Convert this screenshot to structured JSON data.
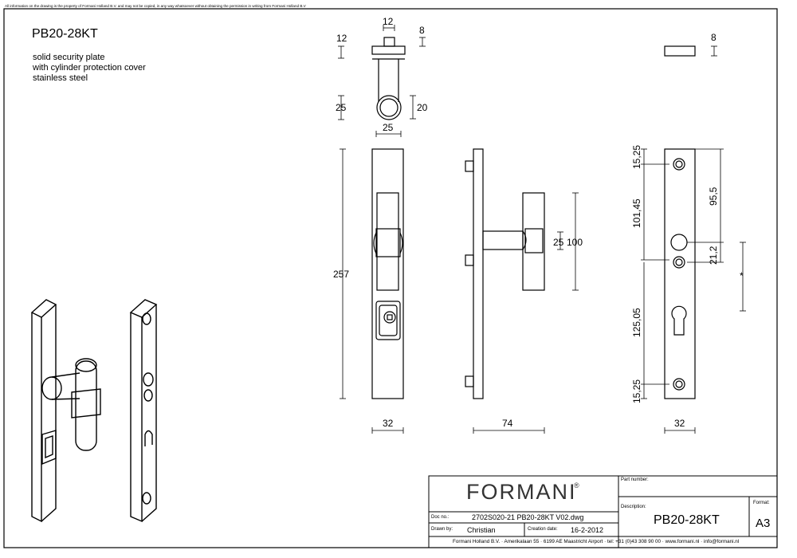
{
  "notice": "All information on the drawing is the property of Formani Holland B.V. and may not be copied, in any way whatsoever without obtaining the permission in writing from Formani Holland B.V",
  "product": {
    "code": "PB20-28KT",
    "description_lines": [
      "solid security plate",
      "with cylinder protection cover",
      "stainless steel"
    ]
  },
  "dimensions": {
    "top_view": {
      "d12_top": "12",
      "d8": "8",
      "d12_left": "12",
      "d25_left": "25",
      "d20": "20",
      "d25_bottom": "25"
    },
    "top_right": {
      "d8": "8"
    },
    "front": {
      "height": "257",
      "width": "32"
    },
    "side": {
      "depth": "74",
      "d25": "25",
      "d100": "100"
    },
    "plate": {
      "d15_25_top": "15,25",
      "d101_45": "101,45",
      "d95_5": "95,5",
      "d21_2": "21,2",
      "d125_05": "125,05",
      "d15_25_bottom": "15,25",
      "width": "32",
      "star": "*"
    }
  },
  "titleblock": {
    "logo": "FORMANI",
    "logo_reg": "®",
    "part_number_label": "Part number:",
    "description_label": "Description:",
    "description_value": "PB20-28KT",
    "format_label": "Format:",
    "format_value": "A3",
    "doc_no_label": "Doc no.:",
    "doc_no_value": "2702S020-21 PB20-28KT V02.dwg",
    "drawn_by_label": "Drawn by:",
    "drawn_by_value": "Christian",
    "creation_date_label": "Creation date:",
    "creation_date_value": "16-2-2012",
    "footer": "Formani Holland B.V. · Amerikalaan 55 · 6199 AE Maastricht Airport · tel: +31 (0)43 308 90 00 · www.formani.nl · info@formani.nl"
  }
}
